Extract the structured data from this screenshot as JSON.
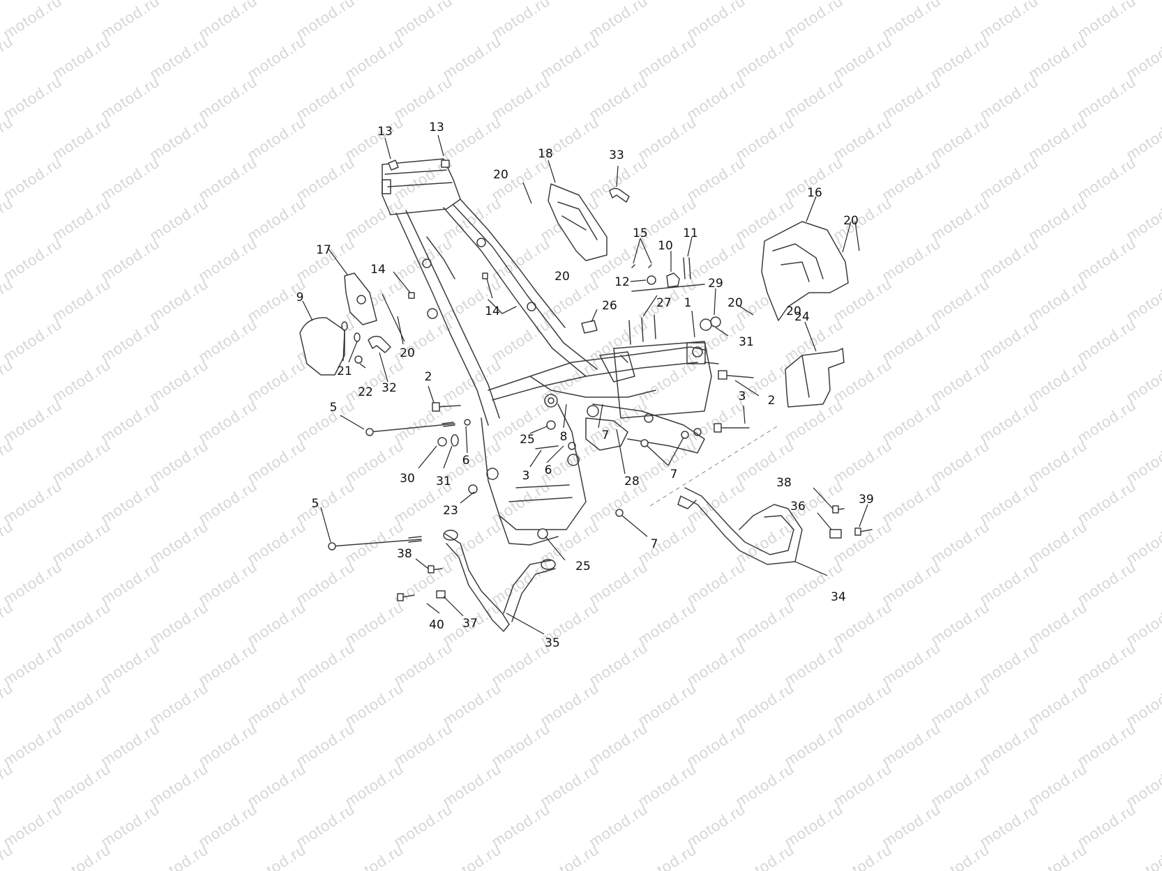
{
  "diagram": {
    "watermark_text": "motod.ru",
    "callout_labels": [
      "1",
      "2",
      "3",
      "5",
      "6",
      "7",
      "8",
      "9",
      "10",
      "11",
      "12",
      "13",
      "14",
      "15",
      "16",
      "17",
      "18",
      "20",
      "21",
      "22",
      "23",
      "24",
      "25",
      "26",
      "27",
      "28",
      "29",
      "30",
      "31",
      "32",
      "33",
      "34",
      "35",
      "36",
      "37",
      "38",
      "39",
      "40"
    ]
  },
  "colors": {
    "background": "#ffffff",
    "line": "#3a3a3a",
    "watermark": "#d6d6d6",
    "text": "#111111"
  }
}
